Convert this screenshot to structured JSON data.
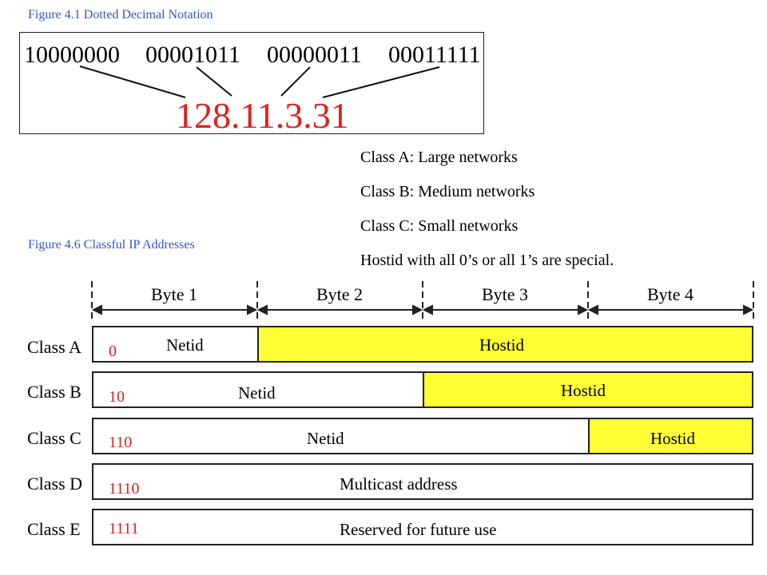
{
  "figure1": {
    "caption": "Figure  4.1  Dotted Decimal Notation",
    "binary_octets": [
      "10000000",
      "00001011",
      "00000011",
      "00011111"
    ],
    "dotted_decimal": "128.11.3.31"
  },
  "notes": [
    "Class A: Large networks",
    "Class B: Medium networks",
    "Class C: Small networks",
    "Hostid with all 0’s or all 1’s are special."
  ],
  "figure2": {
    "caption": "Figure  4.6   Classful IP Addresses",
    "bytes": [
      "Byte 1",
      "Byte 2",
      "Byte 3",
      "Byte 4"
    ],
    "classes": [
      {
        "name": "Class A",
        "prefix": "0",
        "netid": "Netid",
        "hostid": "Hostid"
      },
      {
        "name": "Class B",
        "prefix": "10",
        "netid": "Netid",
        "hostid": "Hostid"
      },
      {
        "name": "Class C",
        "prefix": "110",
        "netid": "Netid",
        "hostid": "Hostid"
      },
      {
        "name": "Class D",
        "prefix": "1110",
        "field": "Multicast address"
      },
      {
        "name": "Class E",
        "prefix": "1111",
        "field": "Reserved for future use"
      }
    ]
  },
  "colors": {
    "accent_red": "#e02020",
    "caption_blue": "#3355cc",
    "hostid_yellow": "#ffff33"
  }
}
